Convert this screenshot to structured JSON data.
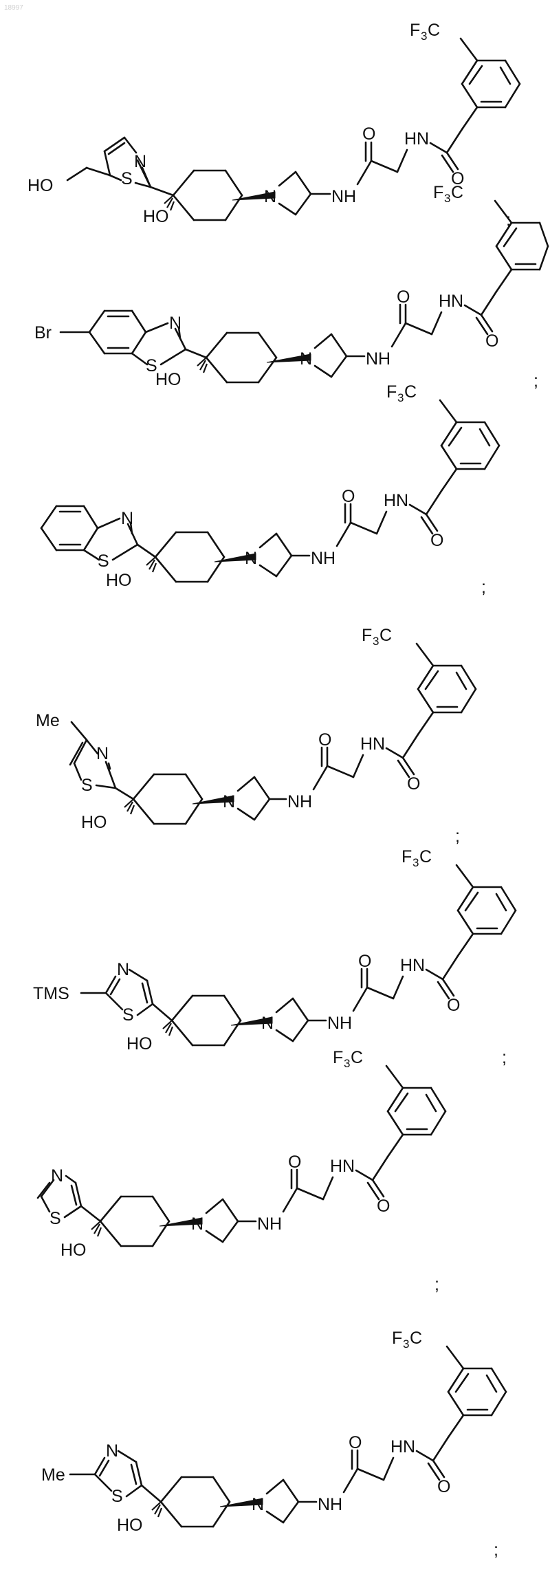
{
  "page": {
    "id": "18997"
  },
  "structures": [
    {
      "name": "hydroxymethyl-thiazole compound",
      "labels": {
        "oh_side": "HO",
        "s": "S",
        "n": "N",
        "ho": "HO",
        "n_az": "N",
        "nh": "NH",
        "o1": "O",
        "hn": "HN",
        "o2": "O",
        "cf3_main": "F",
        "cf3_sub": "3",
        "cf3_c": "C"
      },
      "separator": ";"
    },
    {
      "name": "6-bromo-benzothiazole compound",
      "labels": {
        "br": "Br",
        "s": "S",
        "n": "N",
        "ho": "HO",
        "n_az": "N",
        "nh": "NH",
        "o1": "O",
        "hn": "HN",
        "o2": "O",
        "cf3_main": "F",
        "cf3_sub": "3",
        "cf3_c": "C"
      },
      "separator": ";"
    },
    {
      "name": "benzothiazole compound",
      "labels": {
        "s": "S",
        "n": "N",
        "ho": "HO",
        "n_az": "N",
        "nh": "NH",
        "o1": "O",
        "hn": "HN",
        "o2": "O",
        "cf3_main": "F",
        "cf3_sub": "3",
        "cf3_c": "C"
      },
      "separator": ";"
    },
    {
      "name": "4-methyl-thiazole compound",
      "labels": {
        "me": "Me",
        "s": "S",
        "n": "N",
        "ho": "HO",
        "n_az": "N",
        "nh": "NH",
        "o1": "O",
        "hn": "HN",
        "o2": "O",
        "cf3_main": "F",
        "cf3_sub": "3",
        "cf3_c": "C"
      },
      "separator": ";"
    },
    {
      "name": "2-TMS-thiazol-5-yl compound",
      "labels": {
        "tms": "TMS",
        "s": "S",
        "n": "N",
        "ho": "HO",
        "n_az": "N",
        "nh": "NH",
        "o1": "O",
        "hn": "HN",
        "o2": "O",
        "cf3_main": "F",
        "cf3_sub": "3",
        "cf3_c": "C"
      },
      "separator": ";"
    },
    {
      "name": "thiazol-5-yl compound",
      "labels": {
        "s": "S",
        "n": "N",
        "ho": "HO",
        "n_az": "N",
        "nh": "NH",
        "o1": "O",
        "hn": "HN",
        "o2": "O",
        "cf3_main": "F",
        "cf3_sub": "3",
        "cf3_c": "C"
      },
      "separator": ";"
    },
    {
      "name": "2-methyl-thiazol-5-yl compound",
      "labels": {
        "me": "Me",
        "s": "S",
        "n": "N",
        "ho": "HO",
        "n_az": "N",
        "nh": "NH",
        "o1": "O",
        "hn": "HN",
        "o2": "O",
        "cf3_main": "F",
        "cf3_sub": "3",
        "cf3_c": "C"
      },
      "separator": ";"
    }
  ]
}
